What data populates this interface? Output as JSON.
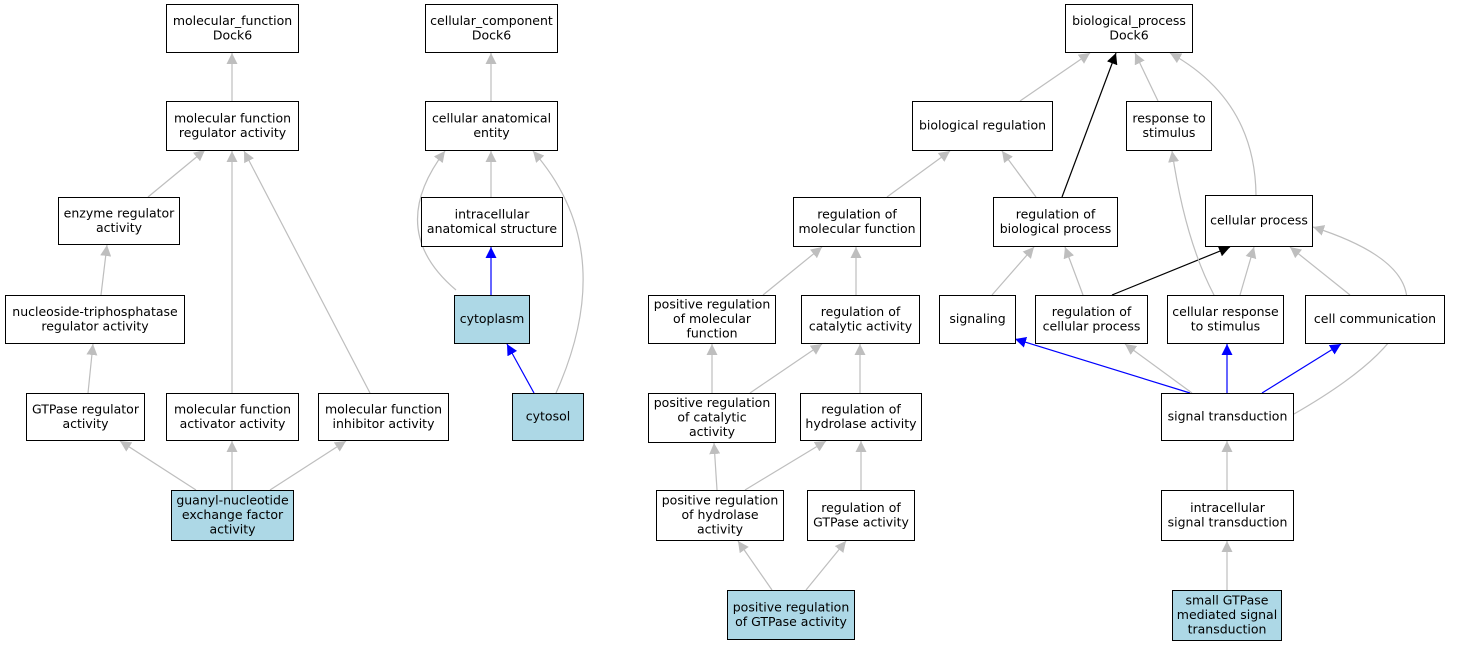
{
  "colors": {
    "node_fill": "#ffffff",
    "highlight_fill": "#add8e6",
    "edge_gray": "#bebebe",
    "edge_blue": "#0000ff",
    "edge_black": "#000000"
  },
  "nodes": {
    "mf_root": {
      "lines": [
        "molecular_function",
        "Dock6"
      ],
      "highlight": false
    },
    "mf_regulator": {
      "lines": [
        "molecular function",
        "regulator activity"
      ],
      "highlight": false
    },
    "enzyme_regulator": {
      "lines": [
        "enzyme regulator",
        "activity"
      ],
      "highlight": false
    },
    "ntpase_regulator": {
      "lines": [
        "nucleoside-triphosphatase",
        "regulator activity"
      ],
      "highlight": false
    },
    "gtpase_regulator": {
      "lines": [
        "GTPase regulator",
        "activity"
      ],
      "highlight": false
    },
    "mf_activator": {
      "lines": [
        "molecular function",
        "activator activity"
      ],
      "highlight": false
    },
    "mf_inhibitor": {
      "lines": [
        "molecular function",
        "inhibitor activity"
      ],
      "highlight": false
    },
    "gef_activity": {
      "lines": [
        "guanyl-nucleotide",
        "exchange factor",
        "activity"
      ],
      "highlight": true
    },
    "cc_root": {
      "lines": [
        "cellular_component",
        "Dock6"
      ],
      "highlight": false
    },
    "cell_anat_entity": {
      "lines": [
        "cellular anatomical",
        "entity"
      ],
      "highlight": false
    },
    "intracell_anat": {
      "lines": [
        "intracellular",
        "anatomical structure"
      ],
      "highlight": false
    },
    "cytoplasm": {
      "lines": [
        "cytoplasm"
      ],
      "highlight": true
    },
    "cytosol": {
      "lines": [
        "cytosol"
      ],
      "highlight": true
    },
    "bp_root": {
      "lines": [
        "biological_process",
        "Dock6"
      ],
      "highlight": false
    },
    "bio_regulation": {
      "lines": [
        "biological regulation"
      ],
      "highlight": false
    },
    "response_stimulus": {
      "lines": [
        "response to",
        "stimulus"
      ],
      "highlight": false
    },
    "reg_mol_function": {
      "lines": [
        "regulation of",
        "molecular function"
      ],
      "highlight": false
    },
    "reg_bio_process": {
      "lines": [
        "regulation of",
        "biological process"
      ],
      "highlight": false
    },
    "cellular_process": {
      "lines": [
        "cellular process"
      ],
      "highlight": false
    },
    "pos_reg_mol_function": {
      "lines": [
        "positive regulation",
        "of molecular",
        "function"
      ],
      "highlight": false
    },
    "reg_catalytic": {
      "lines": [
        "regulation of",
        "catalytic activity"
      ],
      "highlight": false
    },
    "signaling": {
      "lines": [
        "signaling"
      ],
      "highlight": false
    },
    "reg_cell_process": {
      "lines": [
        "regulation of",
        "cellular process"
      ],
      "highlight": false
    },
    "cell_resp_stimulus": {
      "lines": [
        "cellular response",
        "to stimulus"
      ],
      "highlight": false
    },
    "cell_communication": {
      "lines": [
        "cell communication"
      ],
      "highlight": false
    },
    "pos_reg_catalytic": {
      "lines": [
        "positive regulation",
        "of catalytic",
        "activity"
      ],
      "highlight": false
    },
    "reg_hydrolase": {
      "lines": [
        "regulation of",
        "hydrolase activity"
      ],
      "highlight": false
    },
    "signal_transduction": {
      "lines": [
        "signal transduction"
      ],
      "highlight": false
    },
    "pos_reg_hydrolase": {
      "lines": [
        "positive regulation",
        "of hydrolase",
        "activity"
      ],
      "highlight": false
    },
    "reg_gtpase": {
      "lines": [
        "regulation of",
        "GTPase activity"
      ],
      "highlight": false
    },
    "intracell_signal": {
      "lines": [
        "intracellular",
        "signal transduction"
      ],
      "highlight": false
    },
    "pos_reg_gtpase": {
      "lines": [
        "positive regulation",
        "of GTPase activity"
      ],
      "highlight": true
    },
    "small_gtpase_signal": {
      "lines": [
        "small GTPase",
        "mediated signal",
        "transduction"
      ],
      "highlight": true
    }
  },
  "edges": [
    {
      "from": "mf_regulator",
      "to": "mf_root",
      "color": "gray"
    },
    {
      "from": "enzyme_regulator",
      "to": "mf_regulator",
      "color": "gray"
    },
    {
      "from": "mf_activator",
      "to": "mf_regulator",
      "color": "gray"
    },
    {
      "from": "mf_inhibitor",
      "to": "mf_regulator",
      "color": "gray"
    },
    {
      "from": "ntpase_regulator",
      "to": "enzyme_regulator",
      "color": "gray"
    },
    {
      "from": "gtpase_regulator",
      "to": "ntpase_regulator",
      "color": "gray"
    },
    {
      "from": "gef_activity",
      "to": "gtpase_regulator",
      "color": "gray"
    },
    {
      "from": "gef_activity",
      "to": "mf_activator",
      "color": "gray"
    },
    {
      "from": "gef_activity",
      "to": "mf_inhibitor",
      "color": "gray"
    },
    {
      "from": "cell_anat_entity",
      "to": "cc_root",
      "color": "gray"
    },
    {
      "from": "intracell_anat",
      "to": "cell_anat_entity",
      "color": "gray"
    },
    {
      "from": "cytoplasm",
      "to": "cell_anat_entity",
      "color": "gray"
    },
    {
      "from": "cytosol",
      "to": "cell_anat_entity",
      "color": "gray"
    },
    {
      "from": "cytoplasm",
      "to": "intracell_anat",
      "color": "blue"
    },
    {
      "from": "cytosol",
      "to": "cytoplasm",
      "color": "blue"
    },
    {
      "from": "bio_regulation",
      "to": "bp_root",
      "color": "gray"
    },
    {
      "from": "response_stimulus",
      "to": "bp_root",
      "color": "gray"
    },
    {
      "from": "cellular_process",
      "to": "bp_root",
      "color": "gray"
    },
    {
      "from": "reg_bio_process",
      "to": "bp_root",
      "color": "black"
    },
    {
      "from": "reg_mol_function",
      "to": "bio_regulation",
      "color": "gray"
    },
    {
      "from": "reg_bio_process",
      "to": "bio_regulation",
      "color": "gray"
    },
    {
      "from": "pos_reg_mol_function",
      "to": "reg_mol_function",
      "color": "gray"
    },
    {
      "from": "reg_catalytic",
      "to": "reg_mol_function",
      "color": "gray"
    },
    {
      "from": "signaling",
      "to": "reg_bio_process",
      "color": "gray"
    },
    {
      "from": "reg_cell_process",
      "to": "reg_bio_process",
      "color": "gray"
    },
    {
      "from": "reg_cell_process",
      "to": "cellular_process",
      "color": "black"
    },
    {
      "from": "cell_resp_stimulus",
      "to": "cellular_process",
      "color": "gray"
    },
    {
      "from": "cell_communication",
      "to": "cellular_process",
      "color": "gray"
    },
    {
      "from": "cell_resp_stimulus",
      "to": "response_stimulus",
      "color": "gray"
    },
    {
      "from": "signal_transduction",
      "to": "cellular_process",
      "color": "gray"
    },
    {
      "from": "pos_reg_catalytic",
      "to": "pos_reg_mol_function",
      "color": "gray"
    },
    {
      "from": "pos_reg_catalytic",
      "to": "reg_catalytic",
      "color": "gray"
    },
    {
      "from": "reg_hydrolase",
      "to": "reg_catalytic",
      "color": "gray"
    },
    {
      "from": "signal_transduction",
      "to": "signaling",
      "color": "blue"
    },
    {
      "from": "signal_transduction",
      "to": "reg_cell_process",
      "color": "gray"
    },
    {
      "from": "signal_transduction",
      "to": "cell_resp_stimulus",
      "color": "blue"
    },
    {
      "from": "signal_transduction",
      "to": "cell_communication",
      "color": "blue"
    },
    {
      "from": "pos_reg_hydrolase",
      "to": "pos_reg_catalytic",
      "color": "gray"
    },
    {
      "from": "pos_reg_hydrolase",
      "to": "reg_hydrolase",
      "color": "gray"
    },
    {
      "from": "reg_gtpase",
      "to": "reg_hydrolase",
      "color": "gray"
    },
    {
      "from": "intracell_signal",
      "to": "signal_transduction",
      "color": "gray"
    },
    {
      "from": "pos_reg_gtpase",
      "to": "pos_reg_hydrolase",
      "color": "gray"
    },
    {
      "from": "pos_reg_gtpase",
      "to": "reg_gtpase",
      "color": "gray"
    },
    {
      "from": "small_gtpase_signal",
      "to": "intracell_signal",
      "color": "gray"
    }
  ]
}
